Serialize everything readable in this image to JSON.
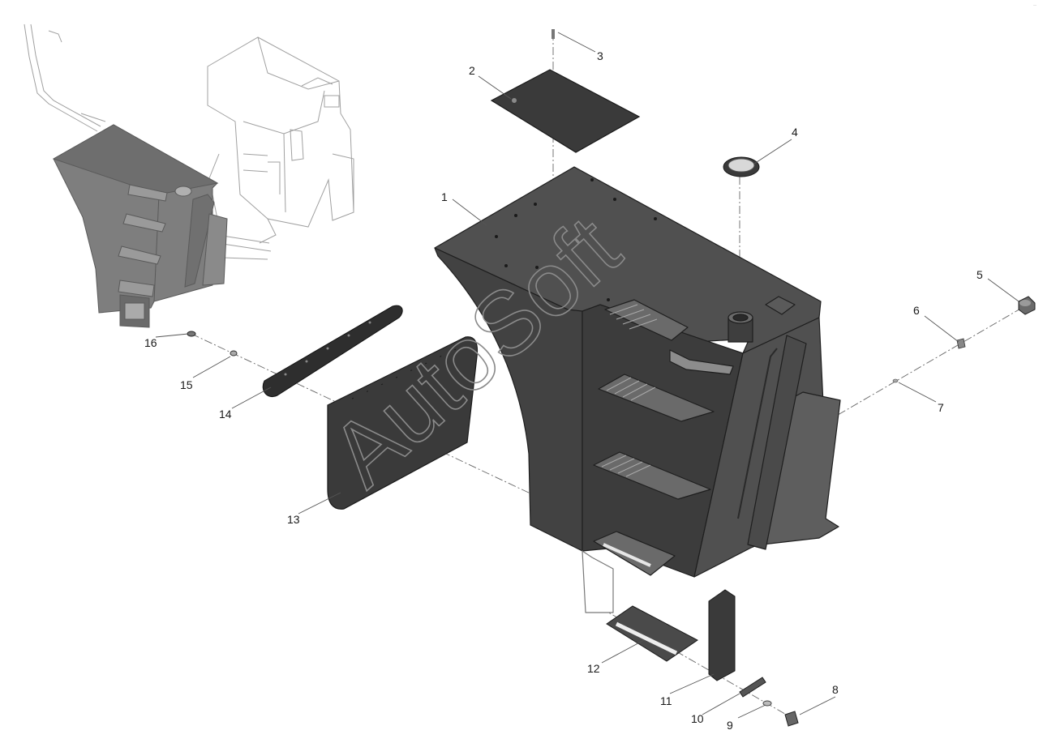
{
  "diagram": {
    "watermark": "AutoSoft",
    "callouts": [
      "1",
      "2",
      "3",
      "4",
      "5",
      "6",
      "7",
      "8",
      "9",
      "10",
      "11",
      "12",
      "13",
      "14",
      "15",
      "16"
    ],
    "colors": {
      "part_fill": "#4a4a4a",
      "part_fill_dark": "#353535",
      "part_fill_light": "#6a6a6a",
      "outline": "#1e1e1e",
      "ghost_outline": "#9a9a9a",
      "leader": "#555555"
    }
  }
}
